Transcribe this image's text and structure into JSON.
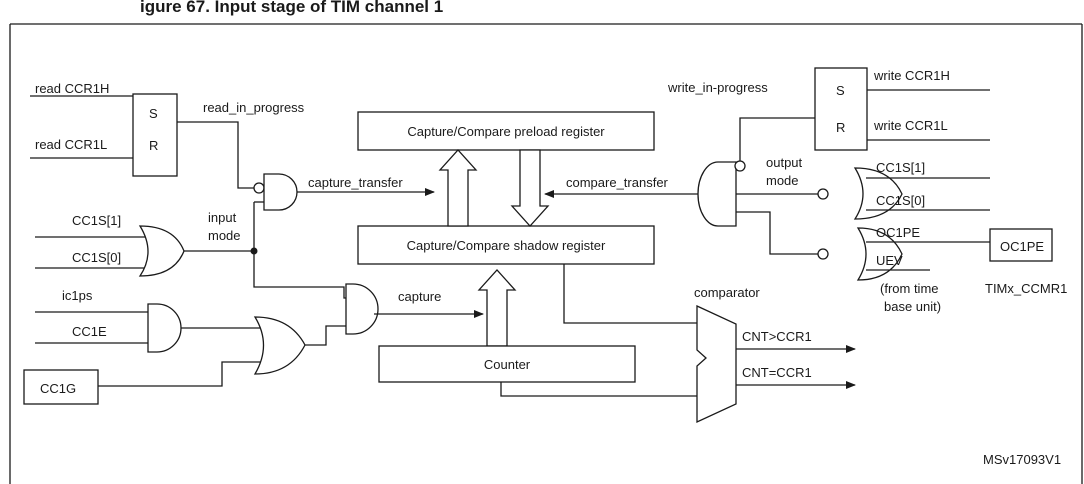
{
  "title_partial": "igure 67. Input stage of TIM channel 1",
  "labels": {
    "read_ccr1h": "read CCR1H",
    "read_ccr1l": "read CCR1L",
    "s_left": "S",
    "r_left": "R",
    "read_in_progress": "read_in_progress",
    "preload_register": "Capture/Compare preload register",
    "shadow_register": "Capture/Compare shadow register",
    "capture_transfer": "capture_transfer",
    "compare_transfer": "compare_transfer",
    "cc1s1_left": "CC1S[1]",
    "cc1s0_left": "CC1S[0]",
    "input_mode_1": "input",
    "input_mode_2": "mode",
    "ic1ps": "ic1ps",
    "cc1e": "CC1E",
    "cc1g": "CC1G",
    "capture": "capture",
    "counter": "Counter",
    "comparator": "comparator",
    "cnt_gt": "CNT>CCR1",
    "cnt_eq": "CNT=CCR1",
    "write_in_progress": "write_in-progress",
    "s_right": "S",
    "r_right": "R",
    "write_ccr1h": "write CCR1H",
    "write_ccr1l": "write CCR1L",
    "output_mode_1": "output",
    "output_mode_2": "mode",
    "cc1s1_right": "CC1S[1]",
    "cc1s0_right": "CC1S[0]",
    "oc1pe_in": "OC1PE",
    "oc1pe_box": "OC1PE",
    "uev": "UEV",
    "from_time_1": "(from time",
    "from_time_2": "base unit)",
    "timx_ccmr1": "TIMx_CCMR1",
    "ref": "MSv17093V1"
  }
}
